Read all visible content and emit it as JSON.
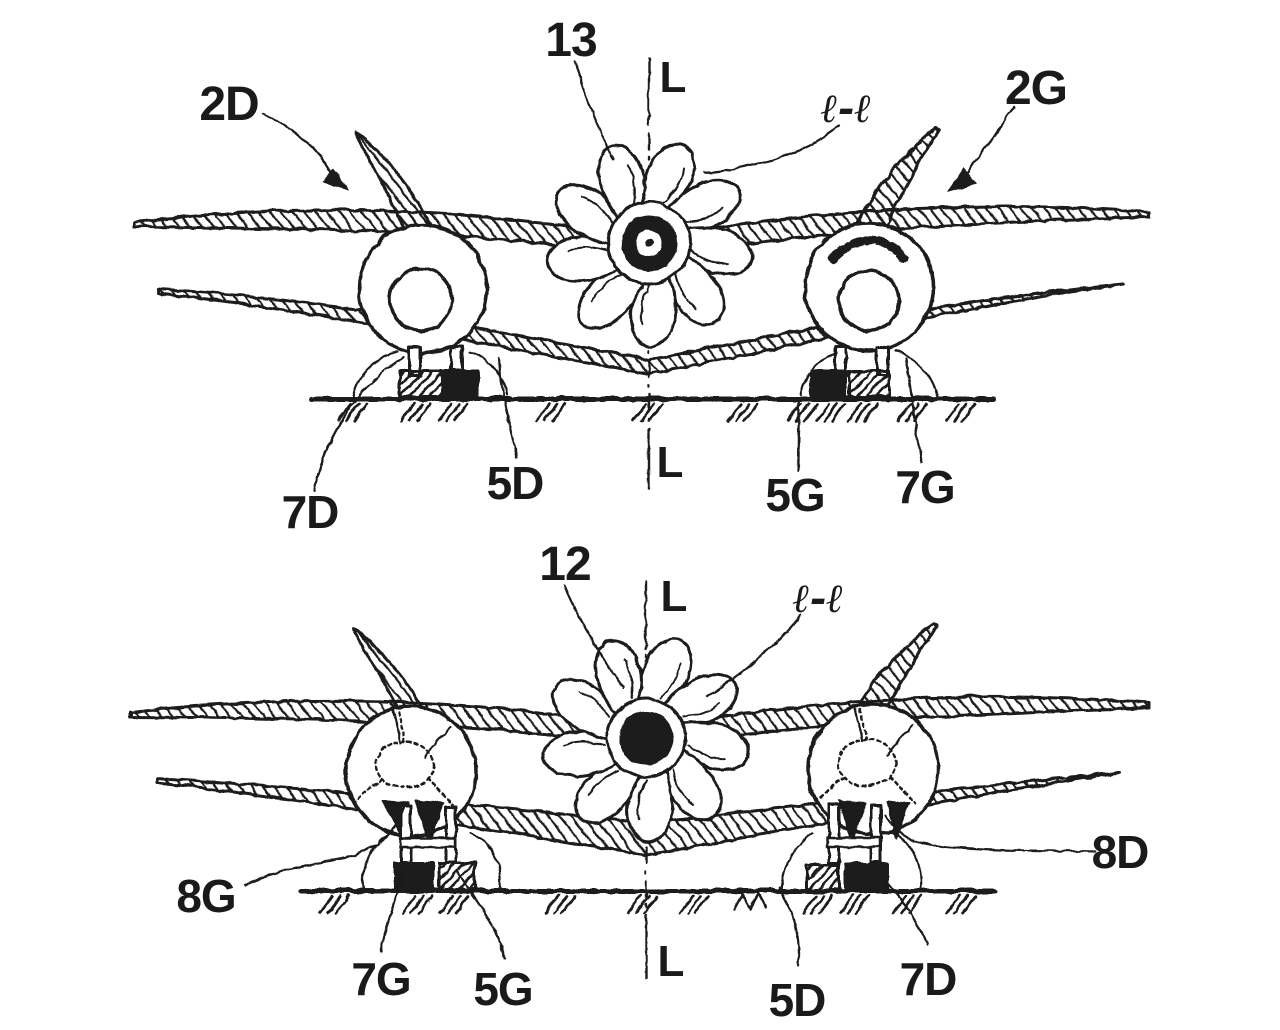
{
  "colors": {
    "ink": "#1a1a1a",
    "paper": "#ffffff"
  },
  "figure_top": {
    "labels": {
      "wingtip_left": "2D",
      "center_engine": "13",
      "axis_top": "L",
      "section_line": "ℓ-ℓ",
      "wingtip_right": "2G",
      "gear_left_fairing": "7D",
      "gear_left_wheels": "5D",
      "axis_bottom": "L",
      "gear_right_wheels": "5G",
      "gear_right_fairing": "7G"
    }
  },
  "figure_bottom": {
    "labels": {
      "center_engine": "12",
      "axis_top": "L",
      "section_line": "ℓ-ℓ",
      "engine_left": "8G",
      "engine_right": "8D",
      "gear_left_strut": "7G",
      "gear_left_wheels": "5G",
      "axis_bottom": "L",
      "gear_right_wheels": "5D",
      "gear_right_strut": "7D"
    }
  }
}
